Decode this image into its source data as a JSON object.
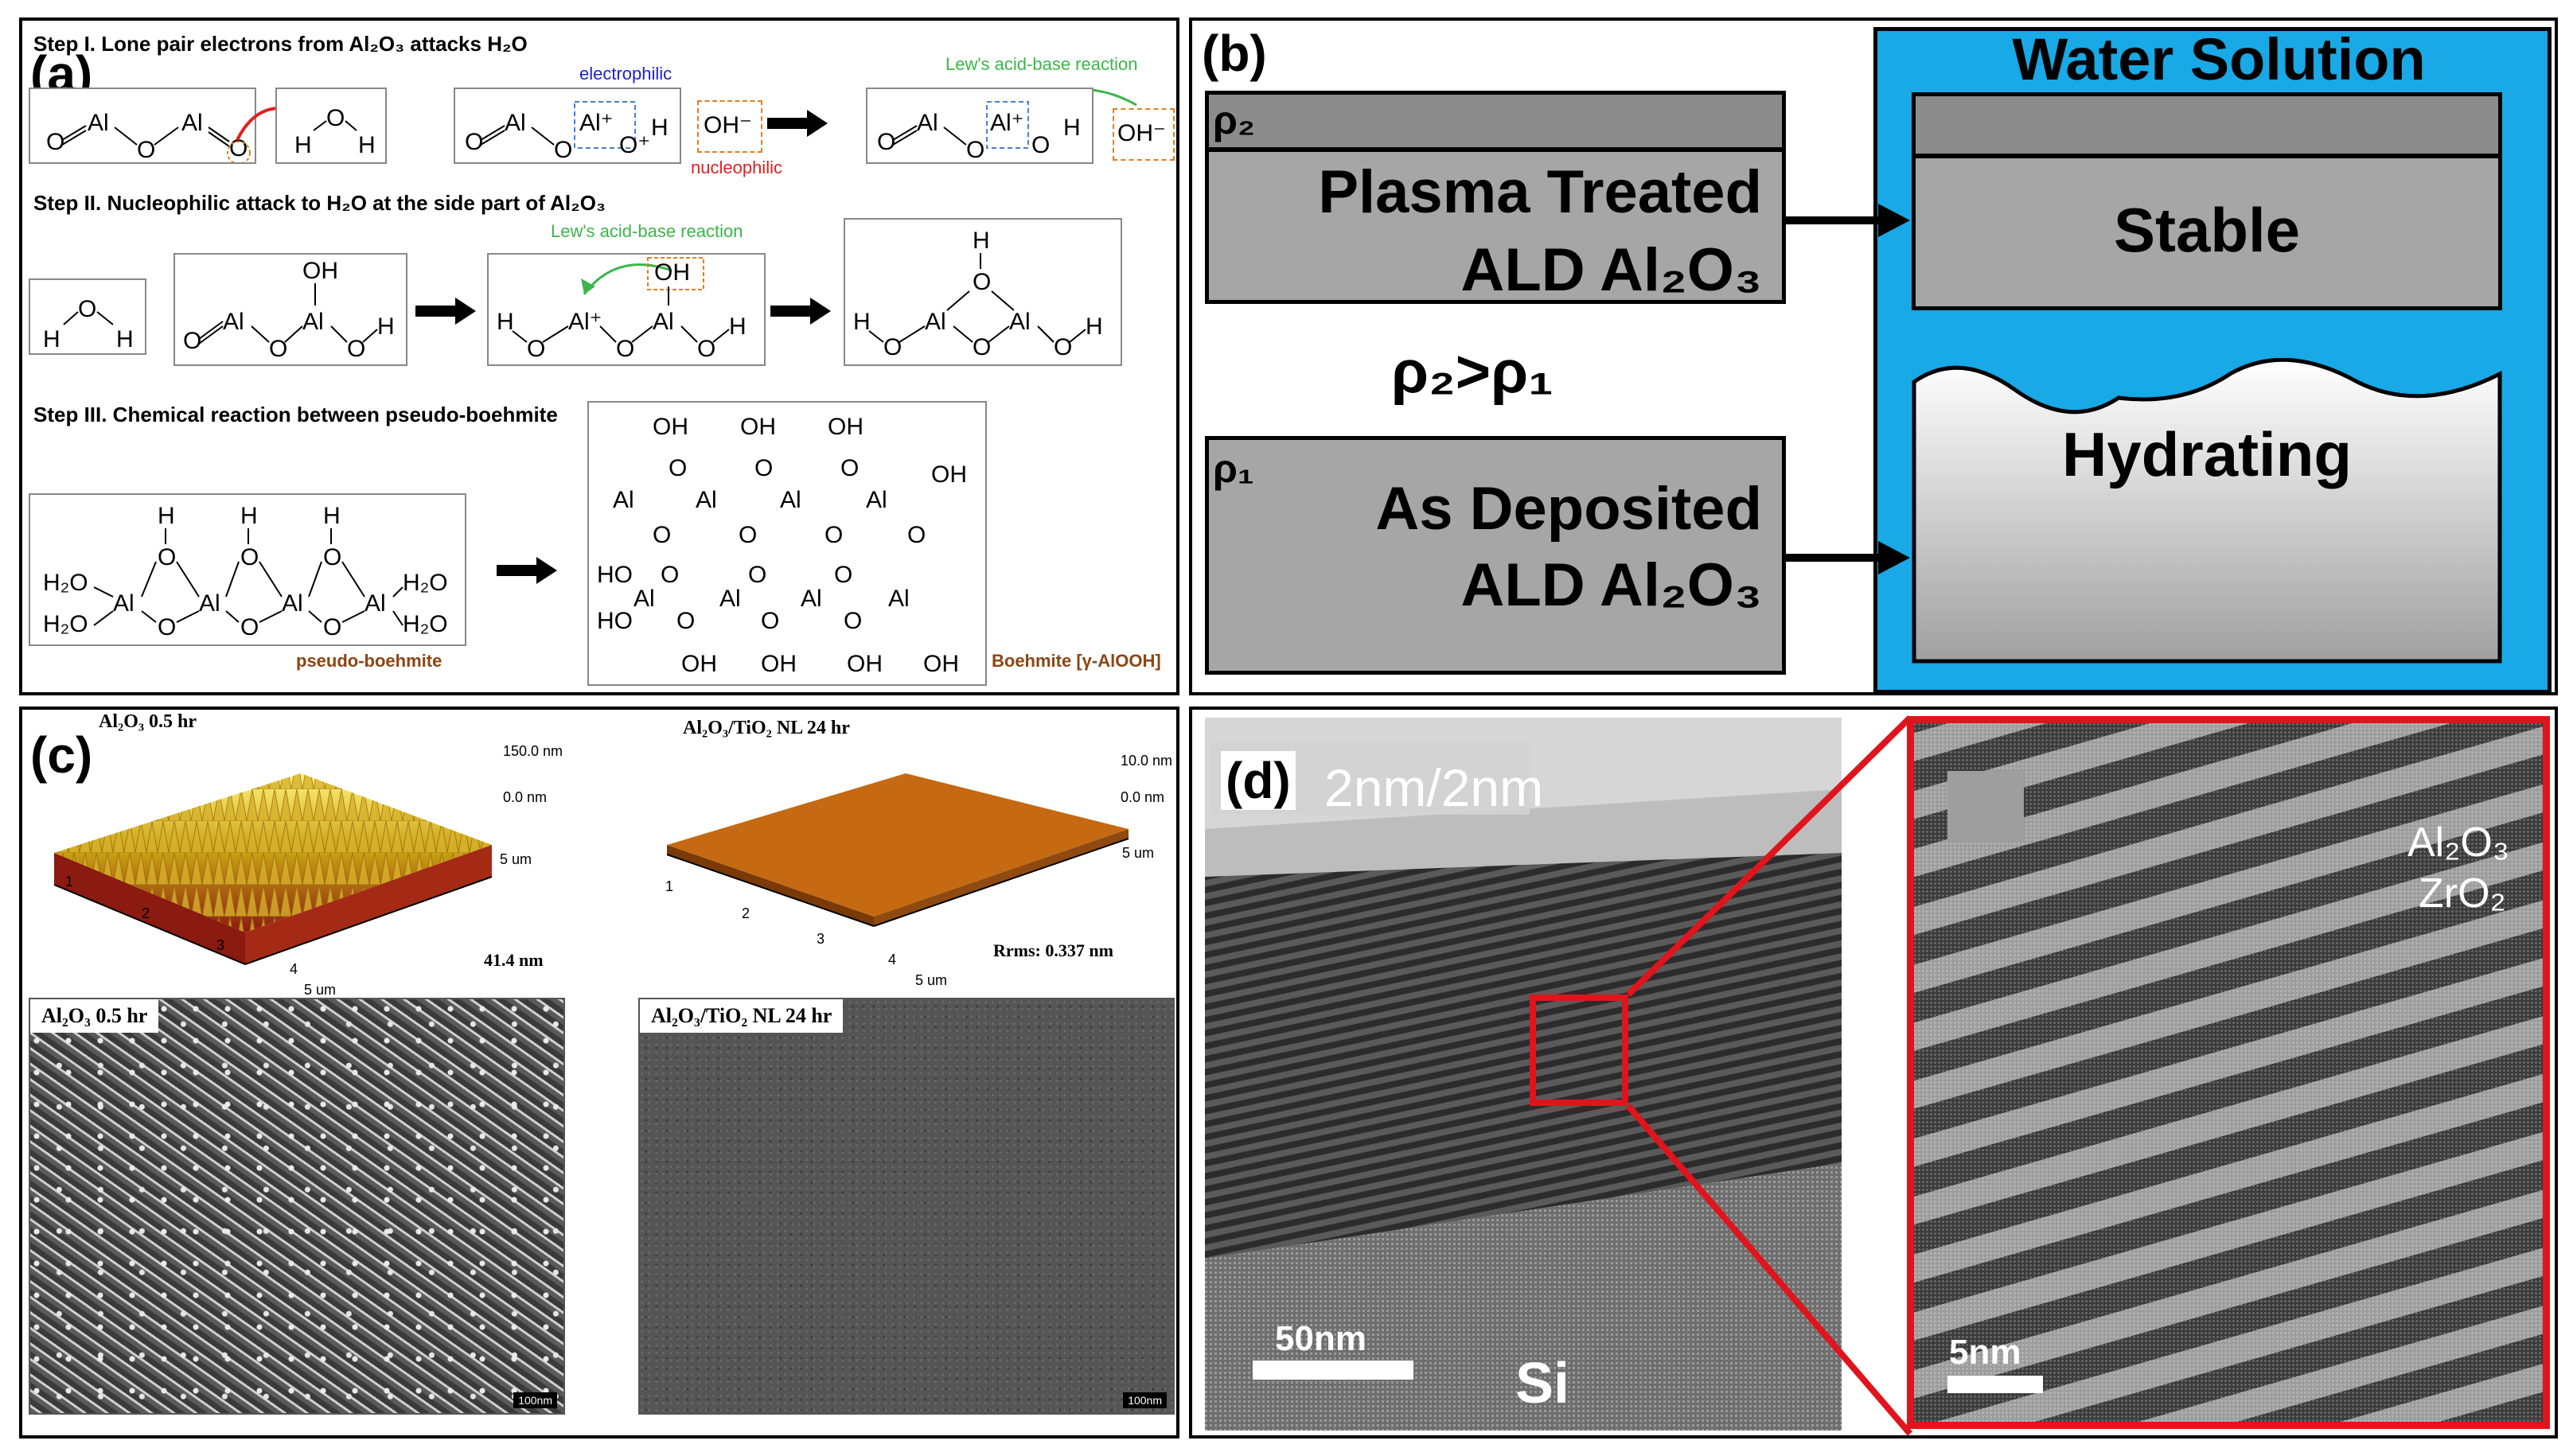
{
  "panel_a": {
    "label": "(a)",
    "step1": "Step I. Lone pair electrons from Al₂O₃ attacks H₂O",
    "step2": "Step II. Nucleophilic attack to H₂O at the side part of Al₂O₃",
    "step3": "Step III. Chemical reaction between pseudo-boehmite",
    "electrophilic": "electrophilic",
    "nucleophilic": "nucleophilic",
    "lewis": "Lew's acid-base reaction",
    "oh_minus": "OH⁻",
    "pseudo": "pseudo-boehmite",
    "boehmite": "Boehmite [γ-AlOOH]"
  },
  "panel_b": {
    "label": "(b)",
    "water": "Water Solution",
    "rho2": "ρ₂",
    "rho1": "ρ₁",
    "plasma1": "Plasma Treated",
    "plasma2": "ALD Al₂O₃",
    "asdep1": "As Deposited",
    "asdep2": "ALD Al₂O₃",
    "relation": "ρ₂>ρ₁",
    "stable": "Stable",
    "hydrating": "Hydrating"
  },
  "panel_c": {
    "label": "(c)",
    "afm_left_title": "Al₂O₃ 0.5 hr",
    "afm_right_title": "Al₂O₃/TiO₂ NL 24 hr",
    "afm_left_z_top": "150.0 nm",
    "afm_left_z_mid": "0.0 nm",
    "afm_right_z_top": "10.0 nm",
    "afm_right_z_mid": "0.0 nm",
    "afm_left_rms": "41.4 nm",
    "afm_right_rms": "Rrms: 0.337 nm",
    "um5": "5 um",
    "sem_left_title": "Al₂O₃ 0.5 hr",
    "sem_right_title": "Al₂O₃/TiO₂ NL 24 hr",
    "sem_scale": "100nm",
    "ticks": [
      "1",
      "2",
      "3",
      "4",
      "5"
    ]
  },
  "panel_d": {
    "label": "(d)",
    "title": "2nm/2nm",
    "scale_left": "50nm",
    "si": "Si",
    "scale_right": "5nm",
    "al2o3": "Al₂O₃",
    "zro2": "ZrO₂"
  },
  "colors": {
    "water_blue": "#18a9e6",
    "box_gray": "#a6a6a6",
    "red_box": "#e0141c",
    "lewis_green": "#3cb54a",
    "electrophilic_blue": "#2020d0",
    "nucleophilic_red": "#e02020",
    "boehmite_brown": "#8b4513"
  }
}
